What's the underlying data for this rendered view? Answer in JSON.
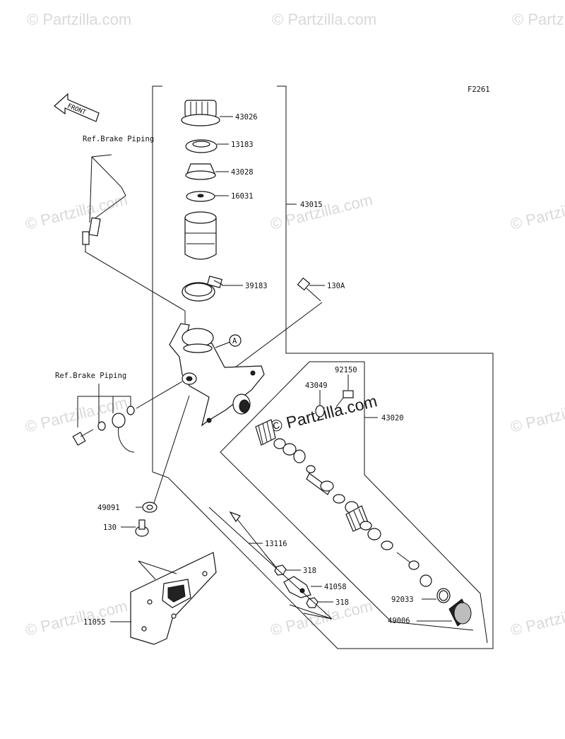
{
  "figure_code": "F2261",
  "front_arrow": "FRONT",
  "callout_a": "A",
  "ref_brake_piping_top": "Ref.Brake Piping",
  "ref_brake_piping_left": "Ref.Brake Piping",
  "watermark": "© Partzilla.com",
  "watermark_center": "© Partzilla.com",
  "parts": {
    "p43026": "43026",
    "p13183": "13183",
    "p43028": "43028",
    "p16031": "16031",
    "p43015": "43015",
    "p39183": "39183",
    "p130A": "130A",
    "p92150": "92150",
    "p43049": "43049",
    "p43020": "43020",
    "p49091": "49091",
    "p130": "130",
    "p13116": "13116",
    "p318a": "318",
    "p41058": "41058",
    "p318b": "318",
    "p92033": "92033",
    "p49006": "49006",
    "p11055": "11055"
  }
}
